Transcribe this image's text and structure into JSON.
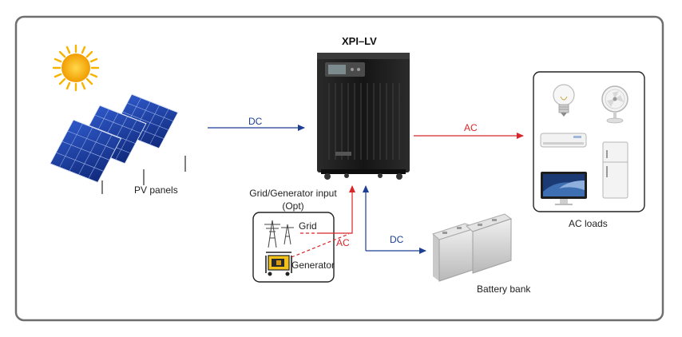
{
  "inverter": {
    "title": "XPI–LV"
  },
  "labels": {
    "pv_panels": "PV panels",
    "grid_generator_input": "Grid/Generator input",
    "opt": "(Opt)",
    "grid": "Grid",
    "generator": "Generator",
    "ac_loads": "AC loads",
    "battery_bank": "Battery bank"
  },
  "flows": {
    "pv_to_inverter": "DC",
    "inverter_to_loads": "AC",
    "grid_to_inverter": "AC",
    "inverter_to_battery": "DC"
  },
  "colors": {
    "frame": "#6f6f6f",
    "dc_arrow": "#1c3f95",
    "ac_arrow": "#d8262b",
    "sun": "#f6b400",
    "panel": "#1a3d9c",
    "inverter": "#1d1d1d",
    "battery": "#d7d7d7"
  },
  "icons": [
    "sun-icon",
    "solar-panels-icon",
    "inverter-icon",
    "light-bulb-icon",
    "fan-icon",
    "air-conditioner-icon",
    "refrigerator-icon",
    "monitor-icon",
    "power-tower-icon",
    "generator-icon",
    "battery-icon"
  ]
}
